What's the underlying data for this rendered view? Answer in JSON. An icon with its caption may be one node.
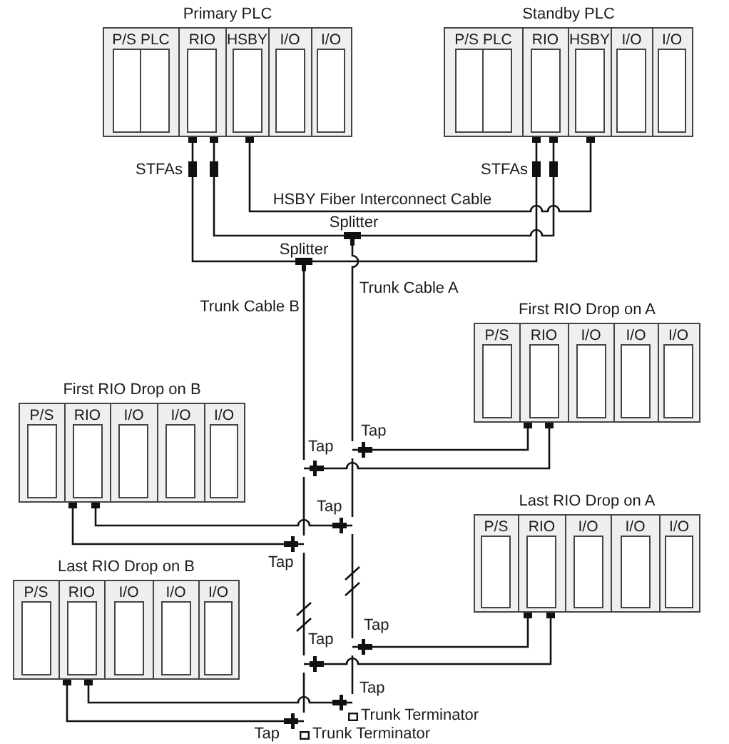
{
  "diagram": {
    "nodes": [
      {
        "text": [
          "Primary PLC"
        ]
      },
      {
        "text": [
          "P/S PLC"
        ],
        "in": 0
      },
      {
        "text": [
          "RIO"
        ],
        "in": 0
      },
      {
        "text": [
          "HSBY"
        ],
        "in": 0
      },
      {
        "text": [
          "I/O"
        ],
        "in": 0
      },
      {
        "text": [
          "I/O"
        ],
        "in": 0
      },
      {
        "text": [
          "Standby PLC"
        ]
      },
      {
        "text": [
          "P/S PLC"
        ],
        "in": 6
      },
      {
        "text": [
          "RIO"
        ],
        "in": 6
      },
      {
        "text": [
          "HSBY"
        ],
        "in": 6
      },
      {
        "text": [
          "I/O"
        ],
        "in": 6
      },
      {
        "text": [
          "I/O"
        ],
        "in": 6
      },
      {
        "text": [],
        "shape": "bar",
        "beside": [
          "Splitter"
        ]
      },
      {
        "text": [],
        "shape": "bar",
        "beside": [
          "Splitter"
        ]
      },
      {
        "text": [
          "First RIO Drop on A"
        ]
      },
      {
        "text": [
          "P/S"
        ],
        "in": 14
      },
      {
        "text": [
          "RIO"
        ],
        "in": 14
      },
      {
        "text": [
          "I/O"
        ],
        "in": 14
      },
      {
        "text": [
          "I/O"
        ],
        "in": 14
      },
      {
        "text": [
          "I/O"
        ],
        "in": 14
      },
      {
        "text": [
          "First RIO Drop on B"
        ]
      },
      {
        "text": [
          "P/S"
        ],
        "in": 20
      },
      {
        "text": [
          "RIO"
        ],
        "in": 20
      },
      {
        "text": [
          "I/O"
        ],
        "in": 20
      },
      {
        "text": [
          "I/O"
        ],
        "in": 20
      },
      {
        "text": [
          "I/O"
        ],
        "in": 20
      },
      {
        "text": [],
        "shape": "bar",
        "beside": [
          "Tap"
        ]
      },
      {
        "text": [],
        "shape": "bar",
        "beside": [
          "Tap"
        ]
      },
      {
        "text": [],
        "shape": "bar",
        "beside": [
          "Tap"
        ]
      },
      {
        "text": [],
        "shape": "bar",
        "beside": [
          "Tap"
        ]
      },
      {
        "text": [
          "Last RIO Drop on A"
        ]
      },
      {
        "text": [
          "P/S"
        ],
        "in": 30
      },
      {
        "text": [
          "RIO"
        ],
        "in": 30
      },
      {
        "text": [
          "I/O"
        ],
        "in": 30
      },
      {
        "text": [
          "I/O"
        ],
        "in": 30
      },
      {
        "text": [
          "I/O"
        ],
        "in": 30
      },
      {
        "text": [
          "Last RIO Drop on B"
        ]
      },
      {
        "text": [
          "P/S"
        ],
        "in": 36
      },
      {
        "text": [
          "RIO"
        ],
        "in": 36
      },
      {
        "text": [
          "I/O"
        ],
        "in": 36
      },
      {
        "text": [
          "I/O"
        ],
        "in": 36
      },
      {
        "text": [
          "I/O"
        ],
        "in": 36
      },
      {
        "text": [],
        "shape": "bar",
        "beside": [
          "Tap"
        ]
      },
      {
        "text": [],
        "shape": "bar",
        "beside": [
          "Tap"
        ]
      },
      {
        "text": [],
        "shape": "bar",
        "beside": [
          "Tap"
        ]
      },
      {
        "text": [],
        "shape": "bar",
        "beside": [
          "Tap"
        ]
      }
    ],
    "edges": [
      {
        "from": 2,
        "to": 13,
        "arrow": "other"
      },
      {
        "from": 2,
        "to": 12,
        "arrow": "other"
      },
      {
        "from": 3,
        "to": 9,
        "arrow": "other",
        "label": "HSBY Fiber Interconnect Cable"
      },
      {
        "from": 8,
        "to": 13,
        "arrow": "other"
      },
      {
        "from": 8,
        "to": 12,
        "arrow": "other"
      },
      {
        "from": 13,
        "to": 27,
        "arrow": "none",
        "label": "Trunk Cable B"
      },
      {
        "from": 12,
        "to": 26,
        "arrow": "none",
        "label": "Trunk Cable A"
      },
      {
        "from": 26,
        "to": 16,
        "arrow": "other"
      },
      {
        "from": 27,
        "to": 16,
        "arrow": "other"
      },
      {
        "from": 26,
        "to": 28,
        "arrow": "none"
      },
      {
        "from": 27,
        "to": 29,
        "arrow": "none"
      },
      {
        "from": 28,
        "to": 22,
        "arrow": "other"
      },
      {
        "from": 29,
        "to": 22,
        "arrow": "other"
      },
      {
        "from": 28,
        "to": 42,
        "arrow": "none"
      },
      {
        "from": 29,
        "to": 43,
        "arrow": "none"
      },
      {
        "from": 42,
        "to": 32,
        "arrow": "other"
      },
      {
        "from": 43,
        "to": 32,
        "arrow": "other"
      },
      {
        "from": 42,
        "to": 44,
        "arrow": "none"
      },
      {
        "from": 43,
        "to": 45,
        "arrow": "none"
      },
      {
        "from": 44,
        "to": 38,
        "arrow": "other"
      },
      {
        "from": 45,
        "to": 38,
        "arrow": "other"
      }
    ],
    "labels": [
      "STFAs",
      "STFAs",
      "Trunk Terminator",
      "Trunk Terminator"
    ]
  }
}
